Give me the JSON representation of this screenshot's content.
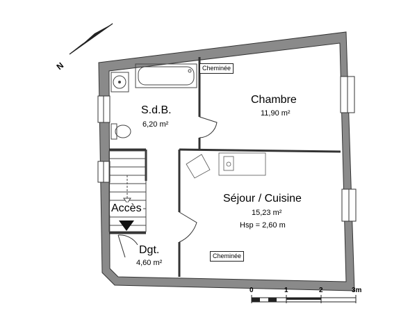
{
  "compass": {
    "north_label": "N"
  },
  "rooms": {
    "sdb": {
      "name": "S.d.B.",
      "area": "6,20 m²"
    },
    "chambre": {
      "name": "Chambre",
      "area": "11,90 m²"
    },
    "sejour": {
      "name": "Séjour / Cuisine",
      "area": "15,23 m²",
      "height": "Hsp = 2,60 m"
    },
    "dgt": {
      "name": "Dgt.",
      "area": "4,60 m²"
    }
  },
  "labels": {
    "cheminee_top": "Cheminée",
    "cheminee_bottom": "Cheminée",
    "acces": "Accès"
  },
  "scale_bar": {
    "ticks": [
      "0",
      "1",
      "2",
      "3m"
    ]
  },
  "colors": {
    "wall": "#8a8a8a",
    "wall_edge": "#333333",
    "fixture": "#444444"
  }
}
